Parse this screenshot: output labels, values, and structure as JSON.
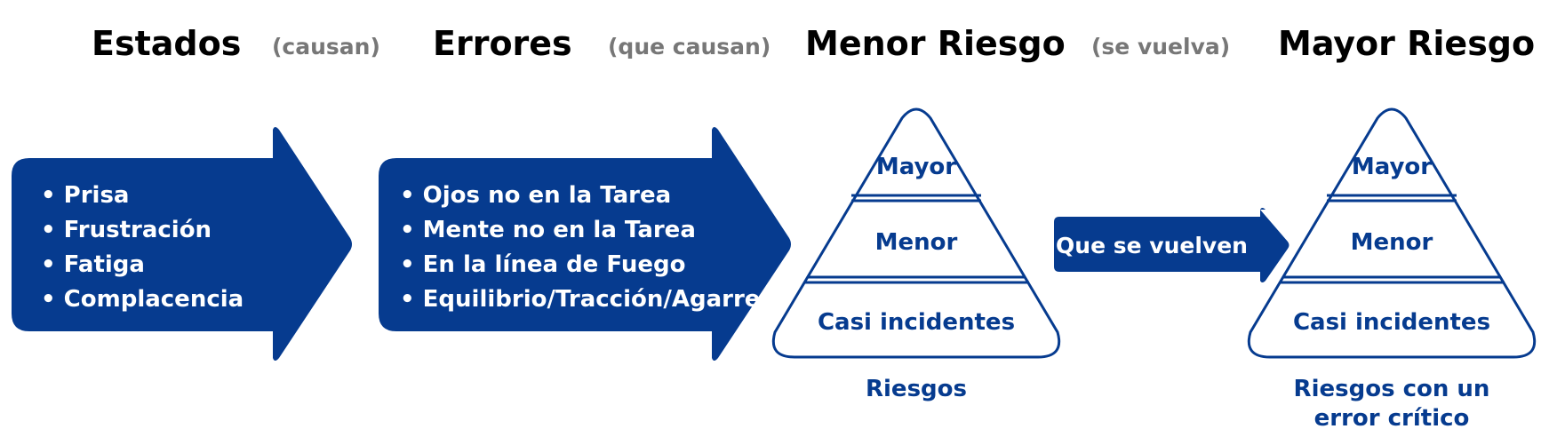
{
  "headers": {
    "estados": "Estados",
    "causan": "(causan)",
    "errores": "Errores",
    "que_causan": "(que causan)",
    "menor_riesgo": "Menor Riesgo",
    "se_vuelva": "(se vuelva)",
    "mayor_riesgo": "Mayor Riesgo"
  },
  "states_arrow": {
    "items": [
      "• Prisa",
      "• Frustración",
      "• Fatiga",
      "• Complacencia"
    ]
  },
  "errors_arrow": {
    "items": [
      "• Ojos no en la Tarea",
      "• Mente no en la Tarea",
      "• En la línea de Fuego",
      "• Equilibrio/Tracción/Agarre"
    ]
  },
  "pyramid_left": {
    "levels": [
      "Mayor",
      "Menor",
      "Casi incidentes"
    ],
    "caption": "Riesgos"
  },
  "middle_arrow": {
    "label": "Que se vuelven"
  },
  "pyramid_right": {
    "levels": [
      "Mayor",
      "Menor",
      "Casi incidentes"
    ],
    "caption_line1": "Riesgos con un",
    "caption_line2": "error crítico"
  },
  "colors": {
    "primary": "#063b8f",
    "connector_gray": "#777777",
    "heading": "#000000"
  }
}
